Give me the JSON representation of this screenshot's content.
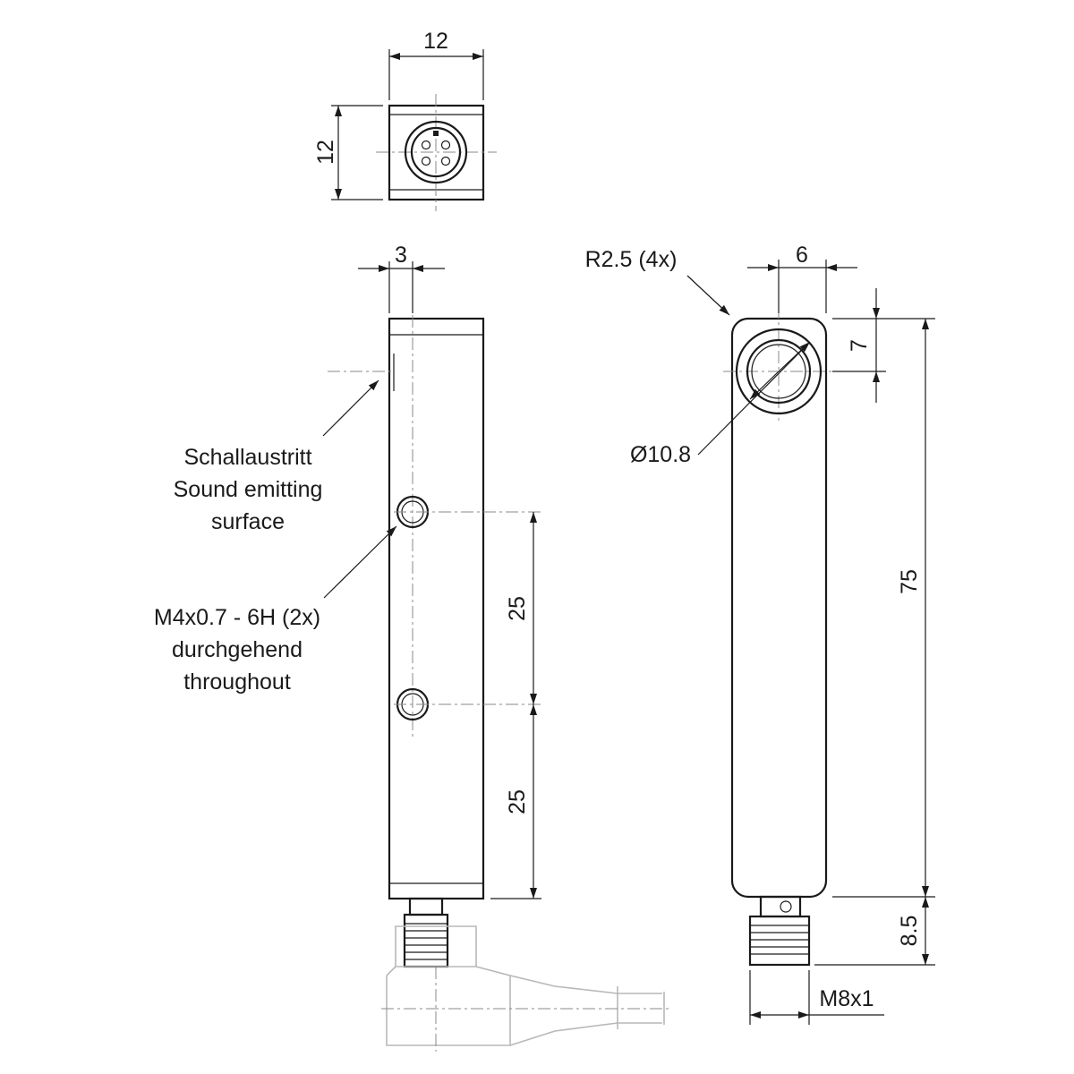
{
  "dimensions": {
    "top_width": "12",
    "top_height": "12",
    "offset_3": "3",
    "pitch_25_upper": "25",
    "pitch_25_lower": "25",
    "width_6": "6",
    "height_7": "7",
    "radius": "R2.5 (4x)",
    "diameter": "Ø10.8",
    "length_75": "75",
    "connector_8_5": "8.5",
    "thread": "M8x1"
  },
  "annotations": {
    "sound_surface": {
      "line1": "Schallaustritt",
      "line2": "Sound emitting",
      "line3": "surface"
    },
    "mount_holes": {
      "line1": "M4x0.7 - 6H (2x)",
      "line2": "durchgehend",
      "line3": "throughout"
    }
  },
  "colors": {
    "line": "#1a1a1a",
    "centerline": "#8a8a8a",
    "ghost_cable": "#b8b8b8"
  }
}
